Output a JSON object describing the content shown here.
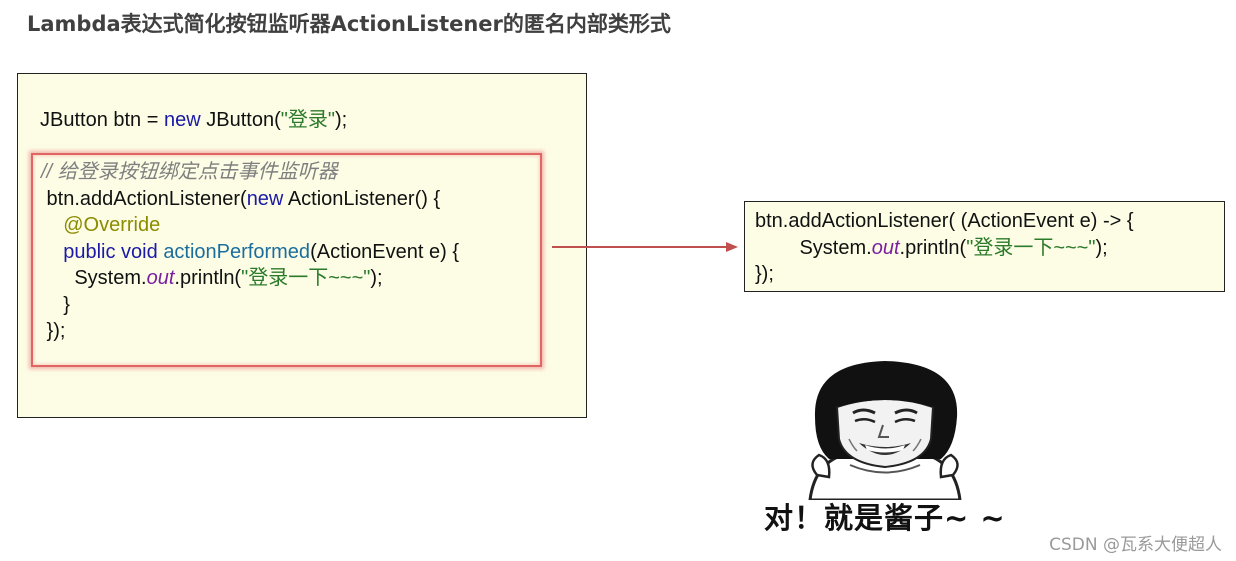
{
  "title": "Lambda表达式简化按钮监听器ActionListener的匿名内部类形式",
  "left_code": {
    "decl": {
      "type": "JButton btn = ",
      "new": "new",
      "ctor": " JButton(",
      "str": "\"登录\"",
      "end": ");"
    },
    "comment": "// 给登录按钮绑定点击事件监听器",
    "line1": {
      "a": " btn.addActionListener(",
      "new": "new",
      "b": " ActionListener() {"
    },
    "annotation": "@Override",
    "line3": {
      "kw": "public void",
      "method": "actionPerformed",
      "rest": "(ActionEvent e) {"
    },
    "line4": {
      "a": "System.",
      "field": "out",
      "b": ".println(",
      "str": "\"登录一下~~~\"",
      "c": ");"
    },
    "close_inner": "}",
    "close_outer": " });"
  },
  "right_code": {
    "line1": "btn.addActionListener( (ActionEvent e) -> {",
    "line2": {
      "a": "System.",
      "field": "out",
      "b": ".println(",
      "str": "\"登录一下~~~\"",
      "c": ");"
    },
    "line3": "});"
  },
  "meme_caption": "对！就是酱子~ ~",
  "watermark": "CSDN @瓦系大便超人",
  "colors": {
    "highlight": "#e06666",
    "arrow": "#c0504d",
    "panel_bg": "#fdfde6"
  }
}
